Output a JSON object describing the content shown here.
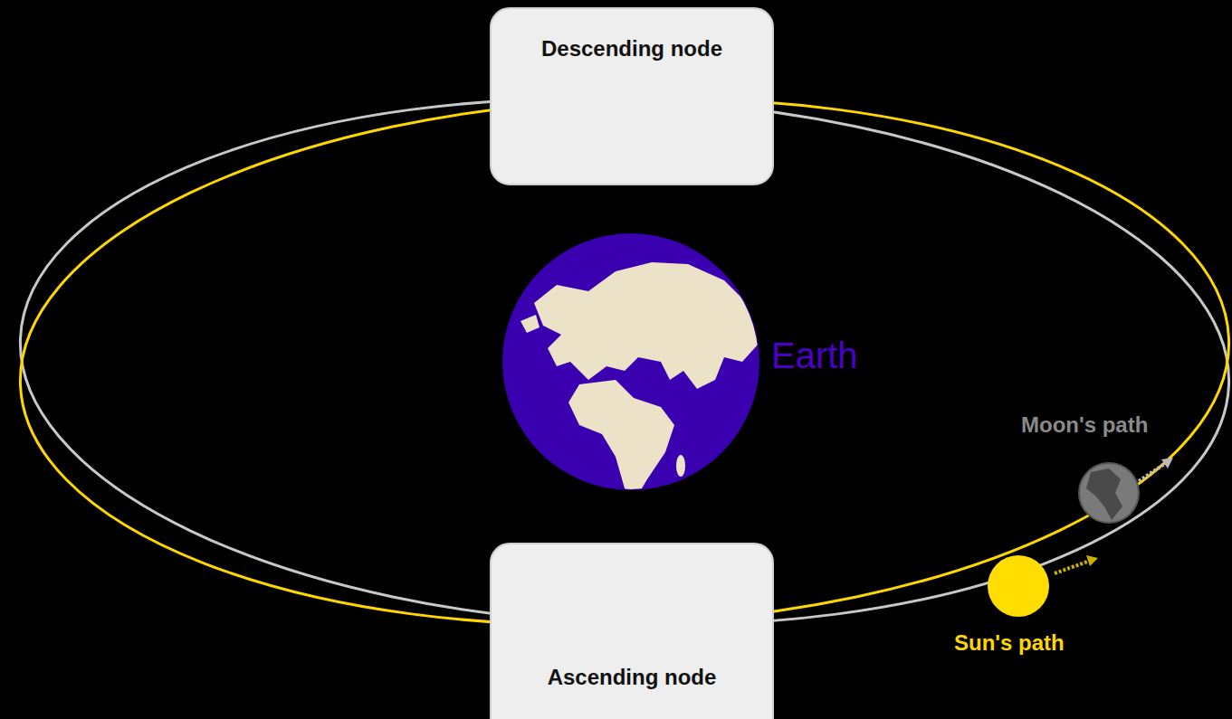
{
  "diagram": {
    "nodes": [
      {
        "text": [
          "Descending node"
        ]
      },
      {
        "text": [
          "Ascending node"
        ]
      }
    ],
    "labels": [
      "Earth",
      "Moon's path",
      "Sun's path"
    ]
  }
}
